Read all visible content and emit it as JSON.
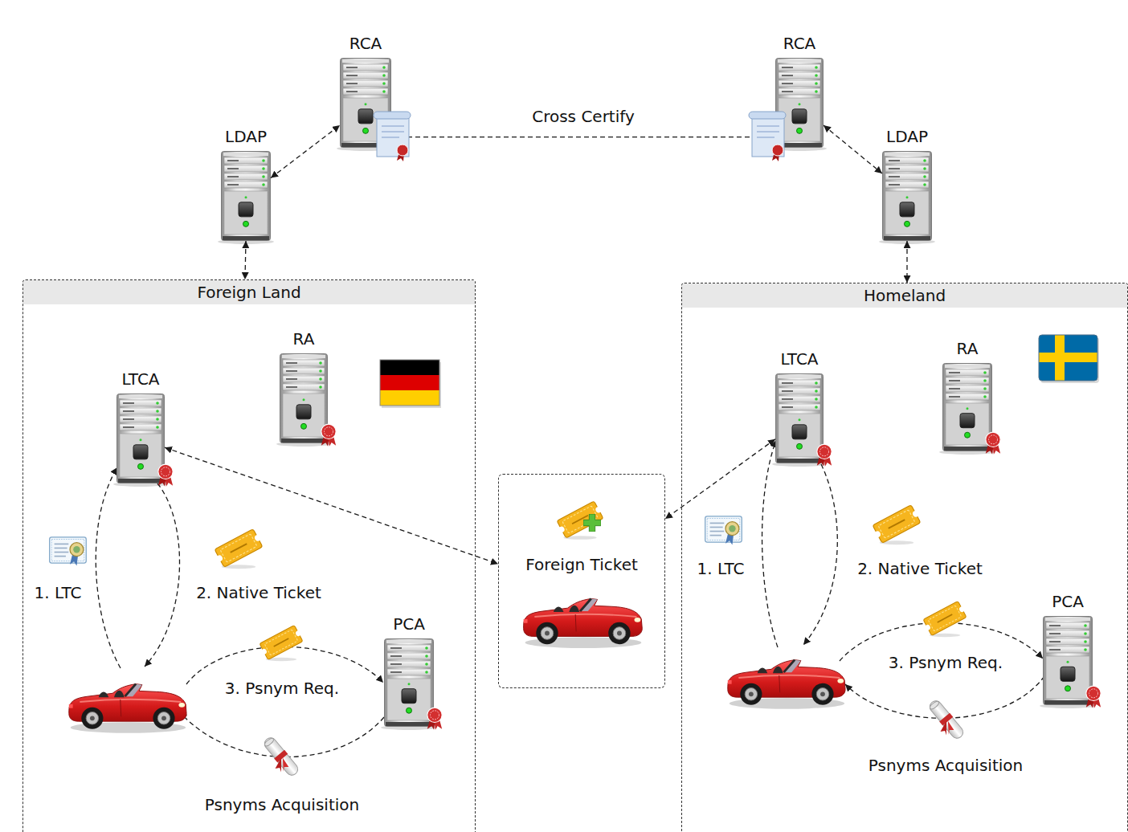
{
  "diagram": {
    "nodes": [
      {
        "text": [
          "RCA"
        ]
      },
      {
        "text": [
          "RCA"
        ]
      },
      {
        "text": [
          "LDAP"
        ]
      },
      {
        "text": [
          "LDAP"
        ]
      },
      {
        "text": [
          "Foreign Land"
        ]
      },
      {
        "text": [
          "Homeland"
        ]
      },
      {
        "text": [
          "LTCA"
        ],
        "in": 4
      },
      {
        "text": [
          "RA"
        ],
        "in": 4
      },
      {
        "text": [
          "PCA"
        ],
        "in": 4
      },
      {
        "text": [
          "Foreign Ticket"
        ]
      },
      {
        "text": [
          "LTCA"
        ],
        "in": 5
      },
      {
        "text": [
          "RA"
        ],
        "in": 5
      },
      {
        "text": [
          "PCA"
        ],
        "in": 5
      }
    ],
    "edges": [
      {
        "from": 0,
        "to": 1,
        "label": "Cross Certify",
        "arrow": "both"
      },
      {
        "from": 2,
        "to": 0,
        "arrow": "both"
      },
      {
        "from": 1,
        "to": 3,
        "arrow": "both"
      },
      {
        "from": 2,
        "to": 4,
        "arrow": "both"
      },
      {
        "from": 3,
        "to": 5,
        "arrow": "both"
      },
      {
        "from": 6,
        "to": 9,
        "arrow": "both"
      },
      {
        "from": 10,
        "to": 9,
        "arrow": "both"
      }
    ],
    "labels": [
      "1. LTC",
      "2. Native Ticket",
      "3. Psnym Req.",
      "Psnyms Acquisition",
      "1. LTC",
      "2. Native Ticket",
      "3. Psnym Req.",
      "Psnyms Acquisition"
    ]
  }
}
